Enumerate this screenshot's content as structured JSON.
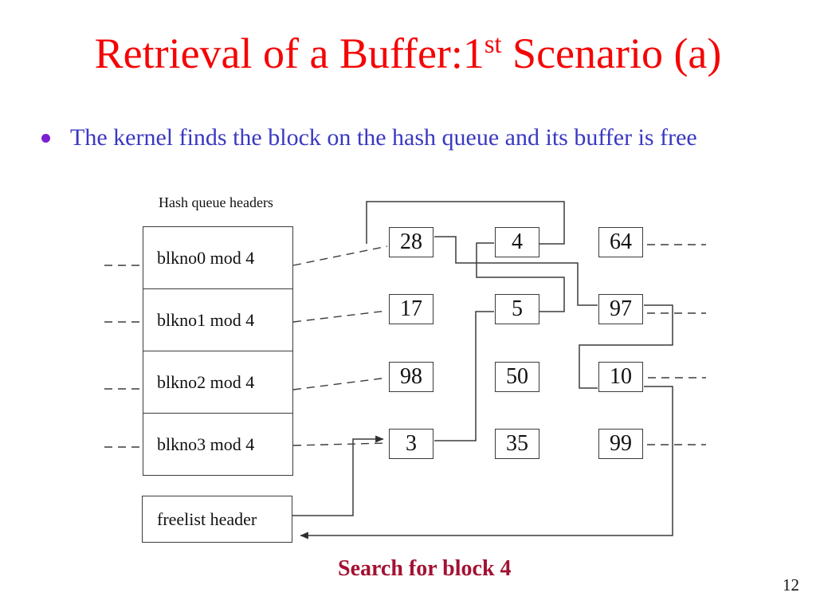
{
  "title": {
    "part1": "Retrieval of a Buffer:1",
    "sup": "st",
    "part2": " Scenario (a)"
  },
  "bullet": {
    "text": "The kernel finds the block on the hash queue and its buffer is free"
  },
  "diagram": {
    "hash_label": "Hash queue headers",
    "hash_headers": [
      "blkno0 mod 4",
      "blkno1 mod 4",
      "blkno2 mod 4",
      "blkno3 mod 4"
    ],
    "buffer_rows": [
      [
        "28",
        "4",
        "64"
      ],
      [
        "17",
        "5",
        "97"
      ],
      [
        "98",
        "50",
        "10"
      ],
      [
        "3",
        "35",
        "99"
      ]
    ],
    "freelist_label": "freelist header",
    "freelist_order": [
      "freelist header",
      "3",
      "5",
      "4",
      "28",
      "97",
      "10",
      "freelist header"
    ]
  },
  "caption": {
    "text": "Search for block 4"
  },
  "page_number": "12",
  "colors": {
    "title": "#f40505",
    "bullet_text": "#3a38c2",
    "bullet_dot": "#7b1fd1",
    "caption": "#a31132",
    "line": "#3c3c3c"
  }
}
